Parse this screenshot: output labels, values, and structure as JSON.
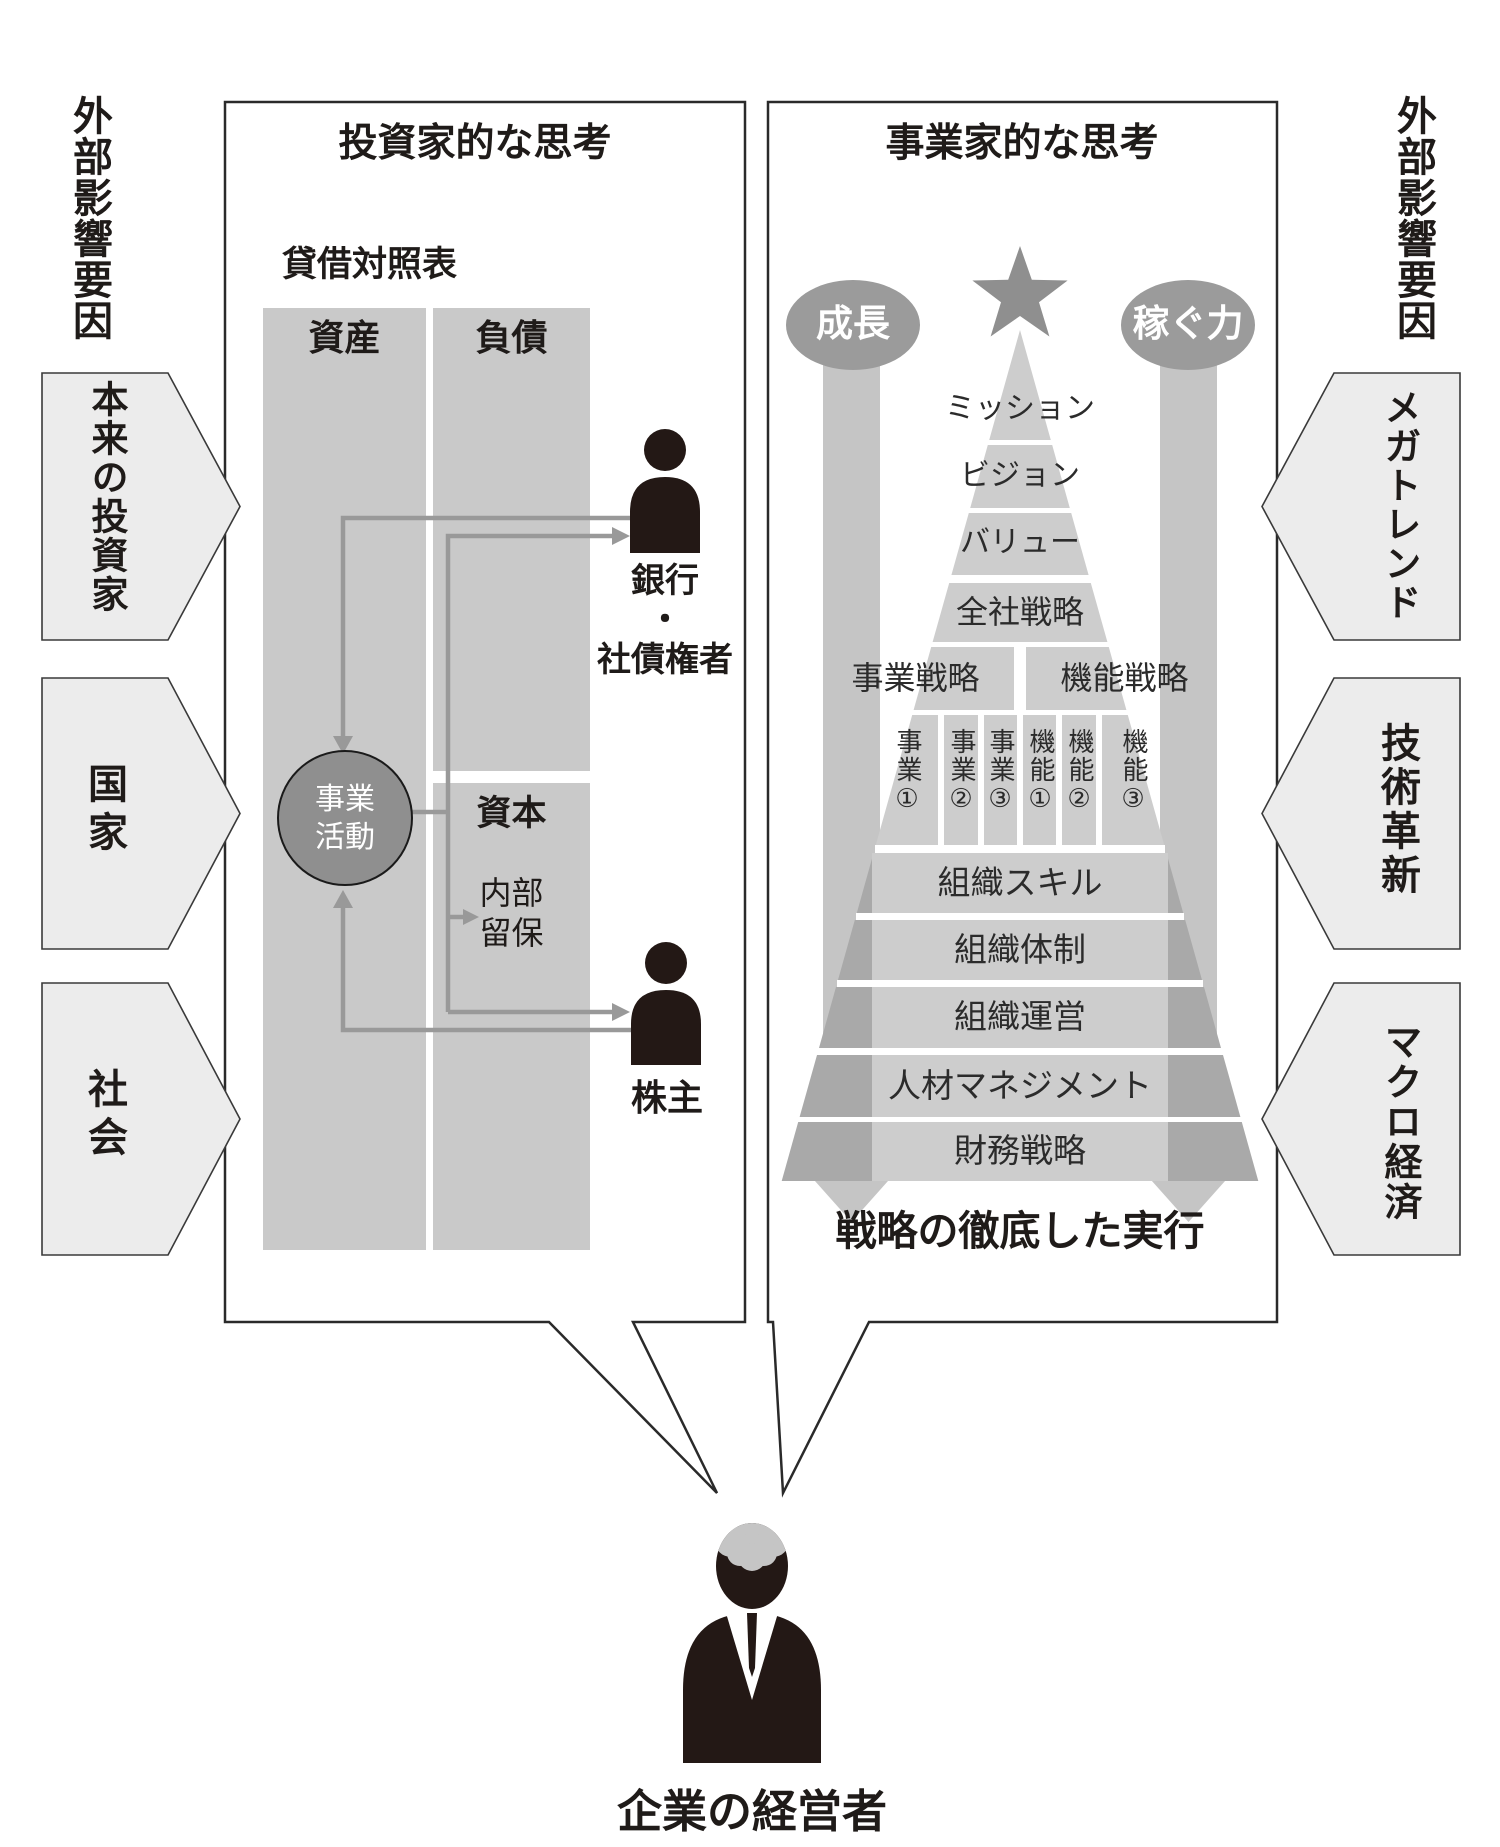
{
  "side_left": {
    "factor_label": "外部影響要因",
    "chevrons": [
      {
        "label": "本来の投資家"
      },
      {
        "label": "国家"
      },
      {
        "label": "社会"
      }
    ]
  },
  "side_right": {
    "factor_label": "外部影響要因",
    "chevrons": [
      {
        "label": "メガトレンド"
      },
      {
        "label": "技術革新"
      },
      {
        "label": "マクロ経済"
      }
    ]
  },
  "investor_panel": {
    "title": "投資家的な思考",
    "balance_sheet_title": "貸借対照表",
    "assets": "資産",
    "liabilities": "負債",
    "capital": "資本",
    "retained_earnings": "内部\n留保",
    "business_activity": "事業\n活動",
    "bank": "銀行\n・\n社債権者",
    "shareholder": "株主"
  },
  "business_panel": {
    "title": "事業家的な思考",
    "growth_badge": "成長",
    "earning_badge": "稼ぐ力",
    "layers": [
      "ミッション",
      "ビジョン",
      "バリュー",
      "全社戦略"
    ],
    "strategy_split": [
      "事業戦略",
      "機能戦略"
    ],
    "units": [
      "事業①",
      "事業②",
      "事業③",
      "機能①",
      "機能②",
      "機能③"
    ],
    "foundation": [
      "組織スキル",
      "組織体制",
      "組織運営",
      "人材マネジメント",
      "財務戦略"
    ],
    "execution": "戦略の徹底した実行"
  },
  "manager": {
    "label": "企業の経営者"
  },
  "icons": {
    "star": "star-icon",
    "bank_person": "person-icon",
    "shareholder_person": "person-icon",
    "manager_person": "executive-person-icon"
  },
  "colors": {
    "column_gray": "#c9c9c9",
    "pyramid_row": "#cdcdcd",
    "pyramid_flank": "#a9a9a9",
    "arrow_band": "#c5c5c5",
    "badge_gray": "#9b9b9b",
    "activity_circle": "#8f8f8f",
    "star_gray": "#8f8f8f",
    "person_black": "#231815",
    "flow_arrow": "#999999",
    "chevron_bg": "#ececec",
    "line_black": "#2a2a2a"
  }
}
